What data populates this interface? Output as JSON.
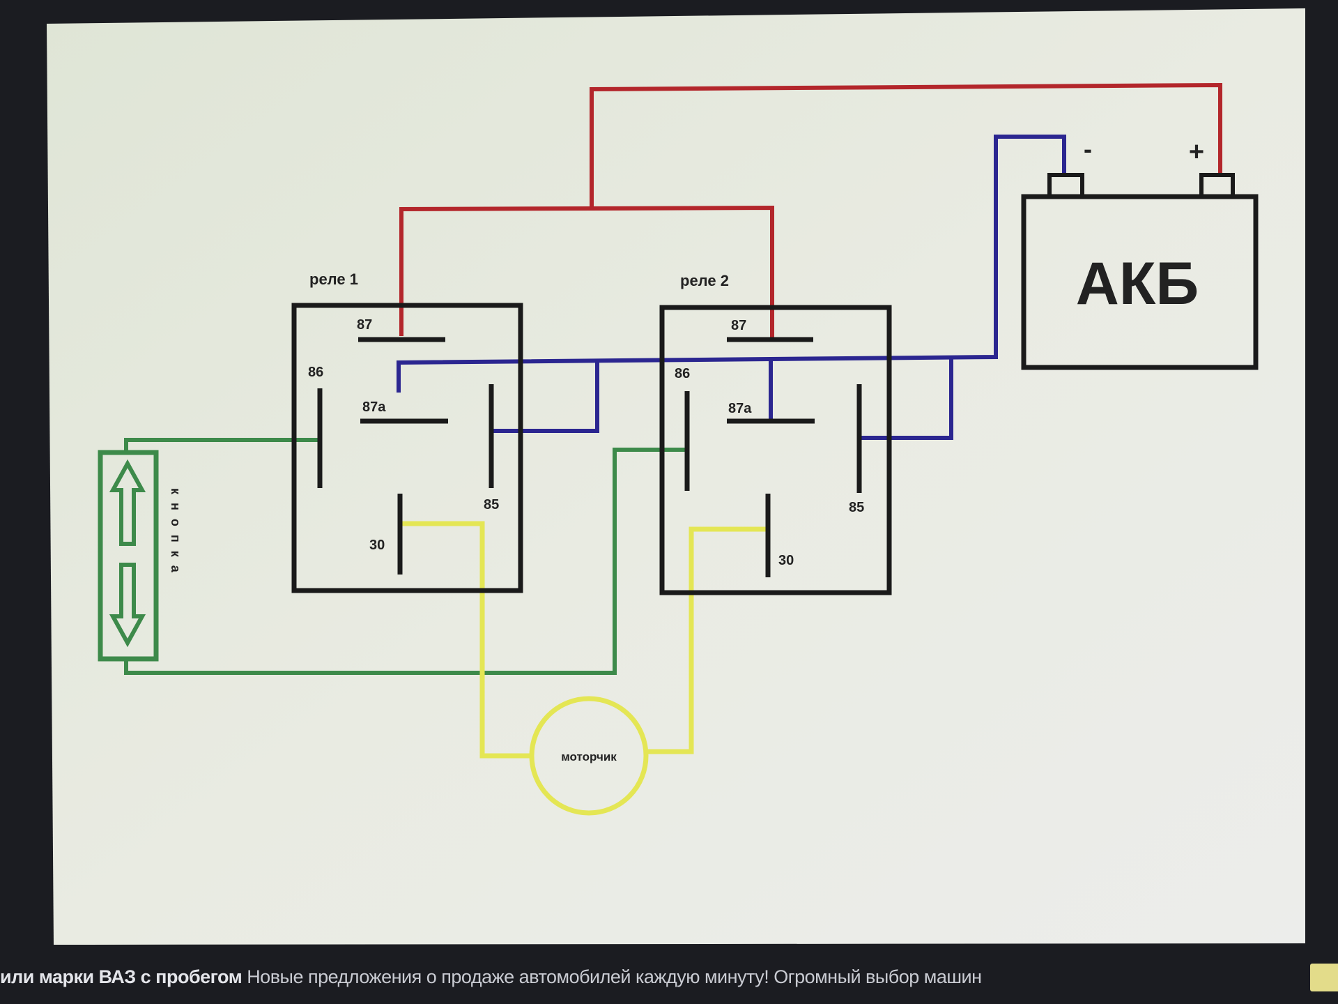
{
  "diagram": {
    "battery_label": "АКБ",
    "battery_minus": "-",
    "battery_plus": "+",
    "relay1": {
      "title": "реле 1",
      "pins": {
        "p87": "87",
        "p87a": "87а",
        "p86": "86",
        "p85": "85",
        "p30": "30"
      }
    },
    "relay2": {
      "title": "реле 2",
      "pins": {
        "p87": "87",
        "p87a": "87а",
        "p86": "86",
        "p85": "85",
        "p30": "30"
      }
    },
    "button_label": "кнопка",
    "motor_label": "моторчик",
    "colors": {
      "positive": "#b3262b",
      "negative": "#2b2690",
      "control": "#3d8a4a",
      "motor": "#e4e654",
      "outline": "#1a1a1a"
    }
  },
  "ad_bar": {
    "bold_text": "или марки ВАЗ с пробегом",
    "text": "Новые предложения о продаже автомобилей каждую минуту! Огромный выбор машин"
  }
}
